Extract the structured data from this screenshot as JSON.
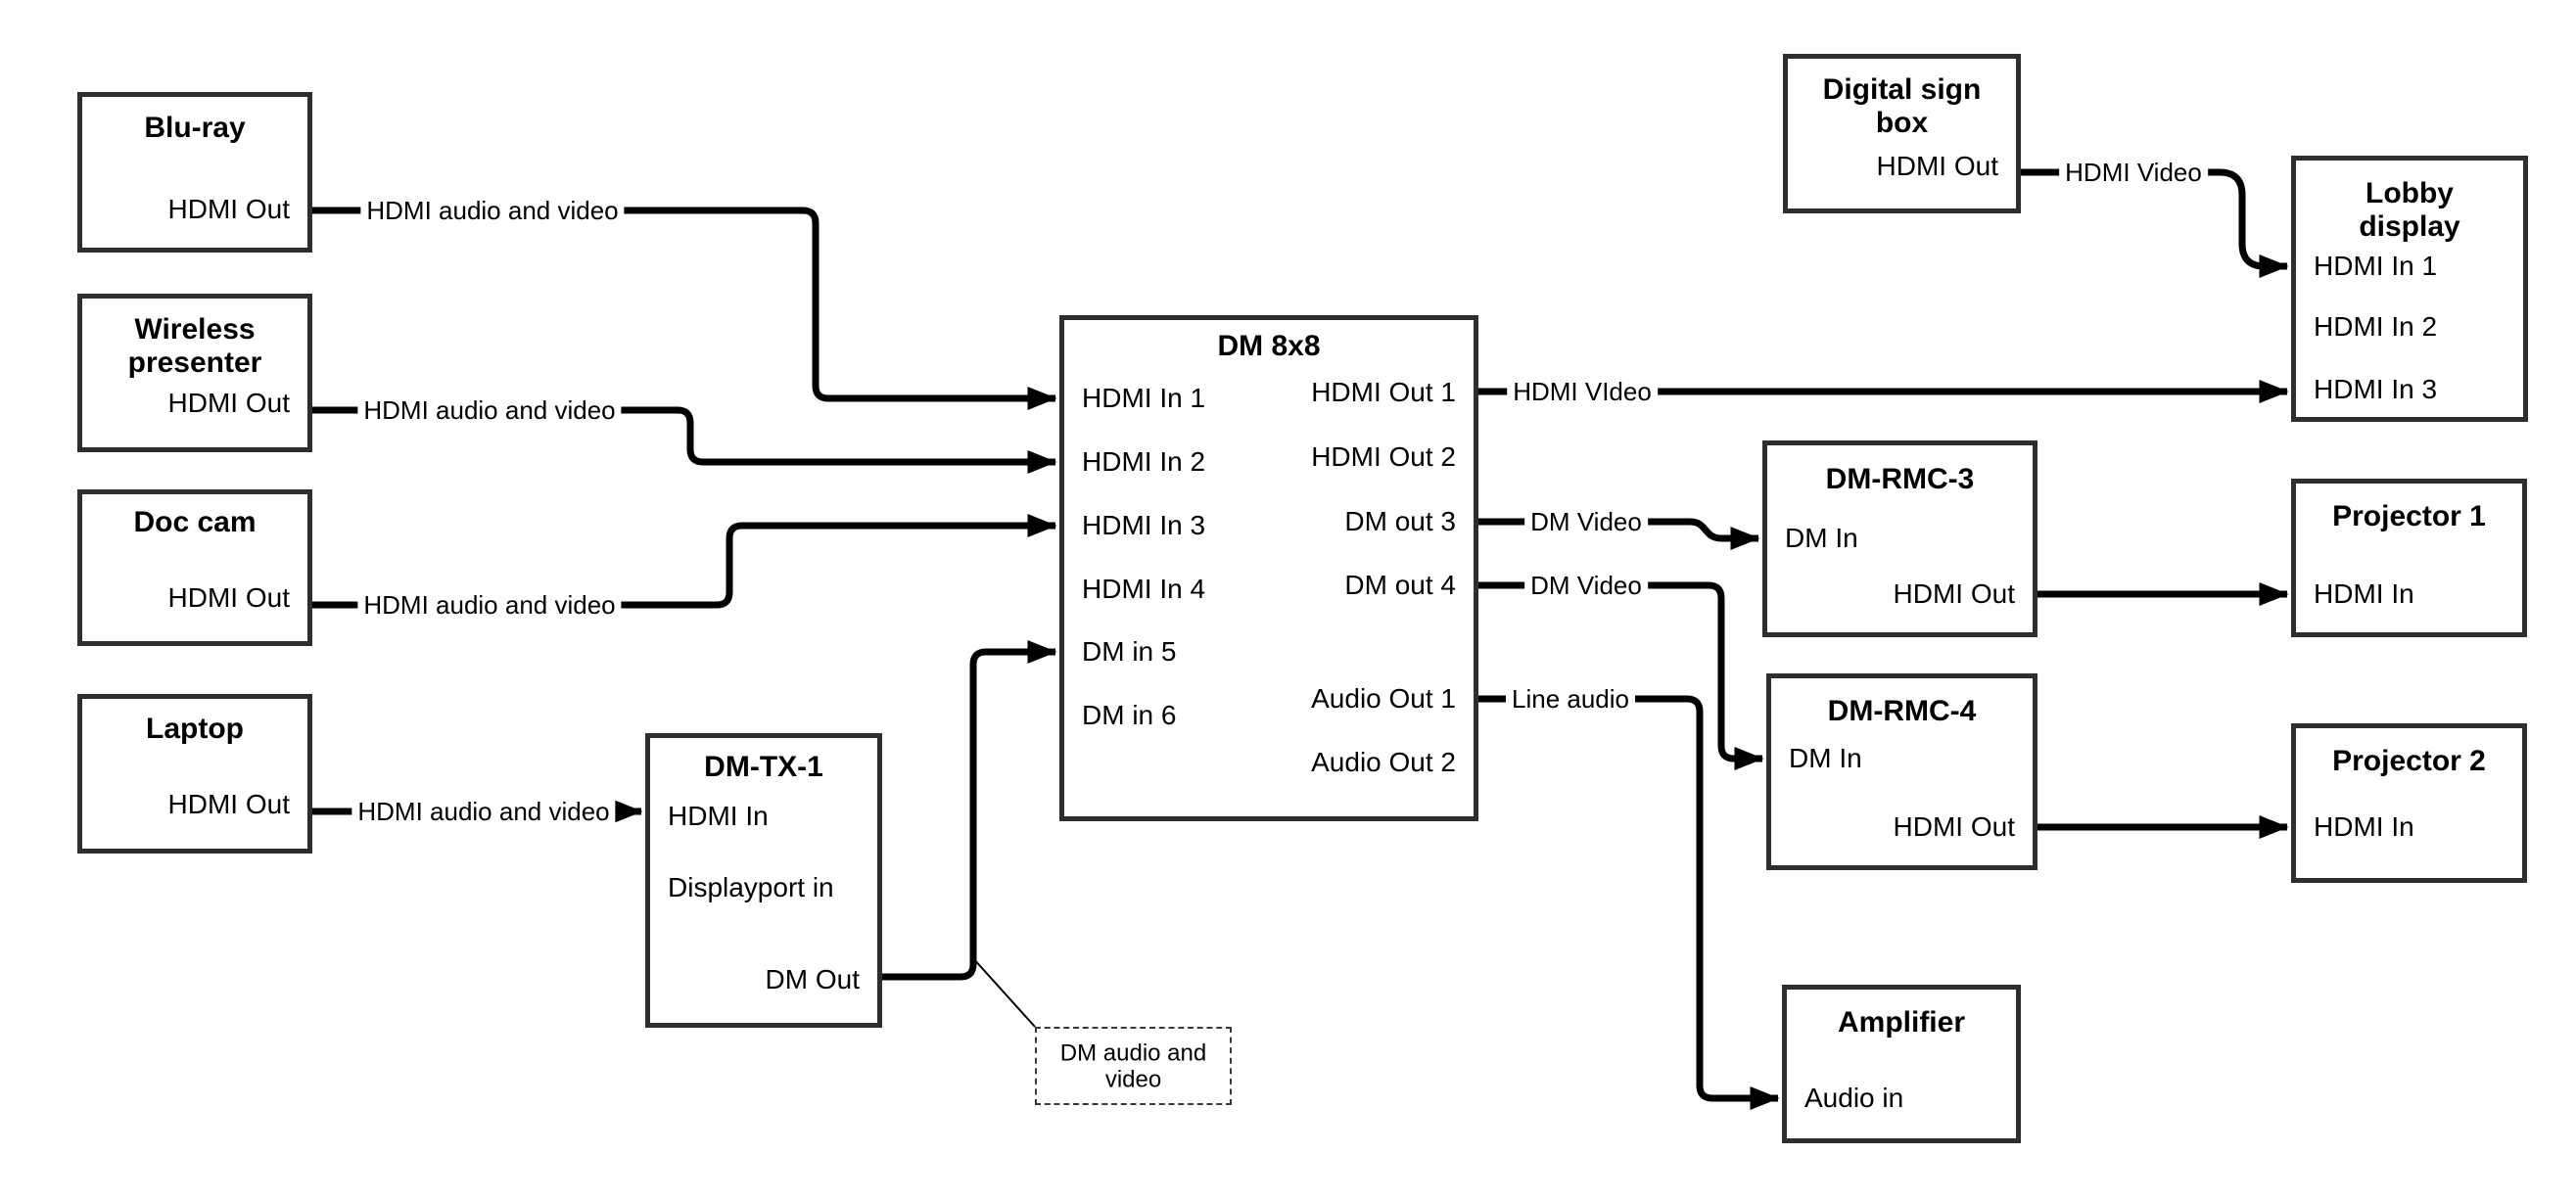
{
  "diagram": {
    "colors": {
      "line": "#000000",
      "box_border": "#2e2e2e",
      "background": "#ffffff",
      "text": "#000000"
    },
    "nodes": [
      {
        "id": "blu-ray",
        "title": [
          "Blu-ray"
        ],
        "ports": [
          {
            "id": "hdmi-out",
            "label": "HDMI Out"
          }
        ]
      },
      {
        "id": "wireless-presenter",
        "title": [
          "Wireless",
          "presenter"
        ],
        "ports": [
          {
            "id": "hdmi-out",
            "label": "HDMI Out"
          }
        ]
      },
      {
        "id": "doc-cam",
        "title": [
          "Doc cam"
        ],
        "ports": [
          {
            "id": "hdmi-out",
            "label": "HDMI Out"
          }
        ]
      },
      {
        "id": "laptop",
        "title": [
          "Laptop"
        ],
        "ports": [
          {
            "id": "hdmi-out",
            "label": "HDMI Out"
          }
        ]
      },
      {
        "id": "dm-tx-1",
        "title": [
          "DM-TX-1"
        ],
        "ports": [
          {
            "id": "hdmi-in",
            "label": "HDMI In"
          },
          {
            "id": "displayport-in",
            "label": "Displayport in"
          },
          {
            "id": "dm-out",
            "label": "DM Out"
          }
        ]
      },
      {
        "id": "dm-8x8",
        "title": [
          "DM 8x8"
        ],
        "ports": [
          {
            "id": "hdmi-in-1",
            "label": "HDMI In 1"
          },
          {
            "id": "hdmi-in-2",
            "label": "HDMI In 2"
          },
          {
            "id": "hdmi-in-3",
            "label": "HDMI In 3"
          },
          {
            "id": "hdmi-in-4",
            "label": "HDMI In 4"
          },
          {
            "id": "dm-in-5",
            "label": "DM in 5"
          },
          {
            "id": "dm-in-6",
            "label": "DM in 6"
          },
          {
            "id": "hdmi-out-1",
            "label": "HDMI Out 1"
          },
          {
            "id": "hdmi-out-2",
            "label": "HDMI Out 2"
          },
          {
            "id": "dm-out-3",
            "label": "DM out 3"
          },
          {
            "id": "dm-out-4",
            "label": "DM out 4"
          },
          {
            "id": "audio-out-1",
            "label": "Audio Out 1"
          },
          {
            "id": "audio-out-2",
            "label": "Audio Out 2"
          }
        ]
      },
      {
        "id": "digital-sign-box",
        "title": [
          "Digital sign",
          "box"
        ],
        "ports": [
          {
            "id": "hdmi-out",
            "label": "HDMI Out"
          }
        ]
      },
      {
        "id": "lobby-display",
        "title": [
          "Lobby",
          "display"
        ],
        "ports": [
          {
            "id": "hdmi-in-1",
            "label": "HDMI In 1"
          },
          {
            "id": "hdmi-in-2",
            "label": "HDMI In 2"
          },
          {
            "id": "hdmi-in-3",
            "label": "HDMI In 3"
          }
        ]
      },
      {
        "id": "dm-rmc-3",
        "title": [
          "DM-RMC-3"
        ],
        "ports": [
          {
            "id": "dm-in",
            "label": "DM In"
          },
          {
            "id": "hdmi-out",
            "label": "HDMI Out"
          }
        ]
      },
      {
        "id": "projector-1",
        "title": [
          "Projector 1"
        ],
        "ports": [
          {
            "id": "hdmi-in",
            "label": "HDMI In"
          }
        ]
      },
      {
        "id": "dm-rmc-4",
        "title": [
          "DM-RMC-4"
        ],
        "ports": [
          {
            "id": "dm-in",
            "label": "DM In"
          },
          {
            "id": "hdmi-out",
            "label": "HDMI Out"
          }
        ]
      },
      {
        "id": "projector-2",
        "title": [
          "Projector 2"
        ],
        "ports": [
          {
            "id": "hdmi-in",
            "label": "HDMI In"
          }
        ]
      },
      {
        "id": "amplifier",
        "title": [
          "Amplifier"
        ],
        "ports": [
          {
            "id": "audio-in",
            "label": "Audio in"
          }
        ]
      }
    ],
    "connections": [
      {
        "id": "blu-ray-to-dm8x8",
        "from": "blu-ray.hdmi-out",
        "to": "dm-8x8.hdmi-in-1",
        "label": "HDMI audio and video"
      },
      {
        "id": "wireless-to-dm8x8",
        "from": "wireless-presenter.hdmi-out",
        "to": "dm-8x8.hdmi-in-2",
        "label": "HDMI audio and video"
      },
      {
        "id": "doc-cam-to-dm8x8",
        "from": "doc-cam.hdmi-out",
        "to": "dm-8x8.hdmi-in-3",
        "label": "HDMI audio and video"
      },
      {
        "id": "laptop-to-dm-tx-1",
        "from": "laptop.hdmi-out",
        "to": "dm-tx-1.hdmi-in",
        "label": "HDMI audio and video"
      },
      {
        "id": "dm-tx-1-to-dm8x8",
        "from": "dm-tx-1.dm-out",
        "to": "dm-8x8.dm-in-5",
        "label": ""
      },
      {
        "id": "dm8x8-to-lobby",
        "from": "dm-8x8.hdmi-out-1",
        "to": "lobby-display.hdmi-in-3",
        "label": "HDMI VIdeo"
      },
      {
        "id": "dm8x8-to-rmc3",
        "from": "dm-8x8.dm-out-3",
        "to": "dm-rmc-3.dm-in",
        "label": "DM Video"
      },
      {
        "id": "dm8x8-to-rmc4",
        "from": "dm-8x8.dm-out-4",
        "to": "dm-rmc-4.dm-in",
        "label": "DM Video"
      },
      {
        "id": "dm8x8-to-amplifier",
        "from": "dm-8x8.audio-out-1",
        "to": "amplifier.audio-in",
        "label": "Line audio"
      },
      {
        "id": "sign-to-lobby",
        "from": "digital-sign-box.hdmi-out",
        "to": "lobby-display.hdmi-in-1",
        "label": "HDMI Video"
      },
      {
        "id": "rmc3-to-projector1",
        "from": "dm-rmc-3.hdmi-out",
        "to": "projector-1.hdmi-in",
        "label": ""
      },
      {
        "id": "rmc4-to-projector2",
        "from": "dm-rmc-4.hdmi-out",
        "to": "projector-2.hdmi-in",
        "label": ""
      }
    ],
    "callout": {
      "id": "dm-audio-video-note",
      "lines": [
        "DM audio and",
        "video"
      ],
      "attached_to": "dm-tx-1-to-dm8x8"
    }
  }
}
